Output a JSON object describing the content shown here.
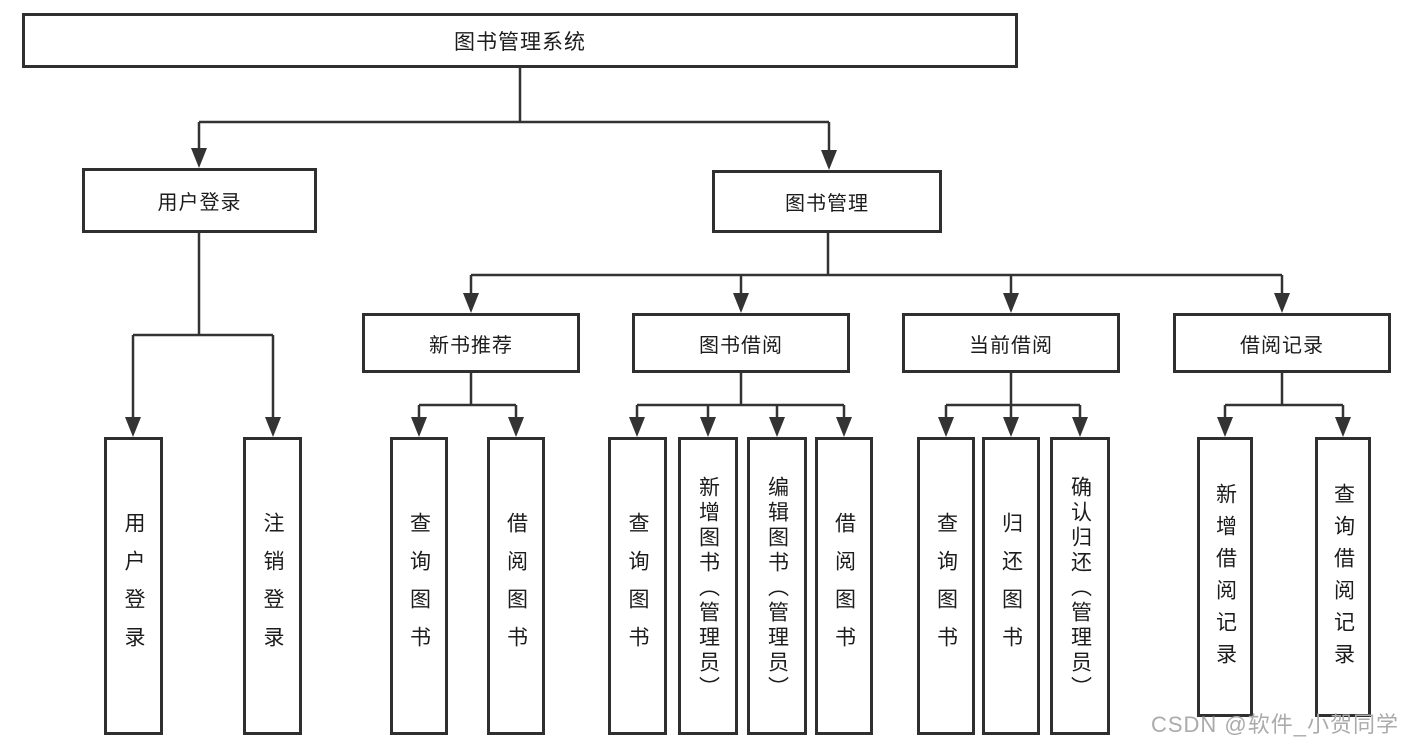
{
  "tree": {
    "root": "图书管理系统",
    "children": [
      {
        "label": "用户登录",
        "children": [
          "用户登录",
          "注销登录"
        ]
      },
      {
        "label": "图书管理",
        "children": [
          {
            "label": "新书推荐",
            "children": [
              "查询图书",
              "借阅图书"
            ]
          },
          {
            "label": "图书借阅",
            "children": [
              "查询图书",
              "新增图书（管理员）",
              "编辑图书（管理员）",
              "借阅图书"
            ]
          },
          {
            "label": "当前借阅",
            "children": [
              "查询图书",
              "归还图书",
              "确认归还（管理员）"
            ]
          },
          {
            "label": "借阅记录",
            "children": [
              "新增借阅记录",
              "查询借阅记录"
            ]
          }
        ]
      }
    ]
  },
  "watermark": "CSDN @软件_小贺同学",
  "colors": {
    "line": "#333333",
    "border": "#2f2f2f",
    "text": "#1c1c1c",
    "watermark": "#ababab",
    "background": "#ffffff"
  }
}
